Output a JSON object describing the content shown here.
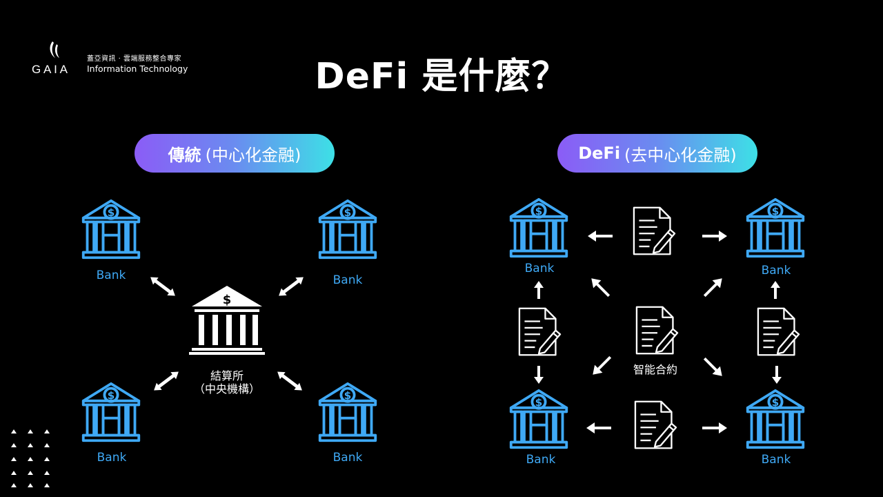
{
  "logo": {
    "cn_text": "蓋亞資訊 · 雲端服務整合專家",
    "en_text": "Information Technology",
    "mark_text": "G A I A"
  },
  "title": "DeFi 是什麼？",
  "left_panel": {
    "pill_bold": "傳統",
    "pill_rest": "(中心化金融)",
    "banks": [
      "Bank",
      "Bank",
      "Bank",
      "Bank"
    ],
    "center_label_line1": "結算所",
    "center_label_line2": "（中央機構）",
    "center_symbol": "$"
  },
  "right_panel": {
    "pill_bold": "DeFi",
    "pill_rest": "(去中心化金融)",
    "banks": [
      "Bank",
      "Bank",
      "Bank",
      "Bank"
    ],
    "center_label": "智能合約"
  },
  "colors": {
    "bank_blue": "#3fa9f5",
    "pill_start": "#8b5cf6",
    "pill_end": "#3de0e6",
    "background": "#000000"
  }
}
